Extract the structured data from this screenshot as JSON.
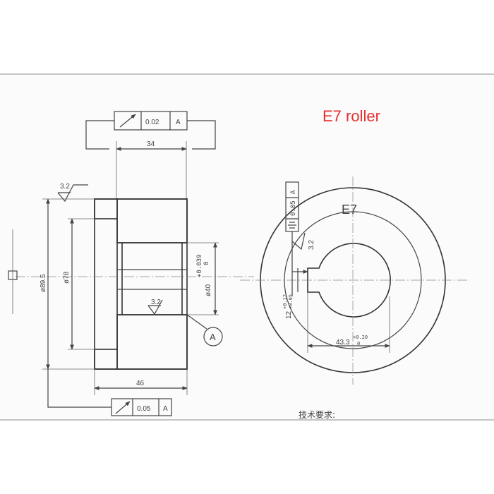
{
  "title": {
    "text": "E7 roller",
    "color": "#e53030"
  },
  "colors": {
    "line": "#444444",
    "sheet": "#fbfbfb",
    "background": "#ffffff"
  },
  "front_view": {
    "runout_top": {
      "symbol": "runout-arrow-icon",
      "tolerance": "0.02",
      "datum": "A"
    },
    "dim_top_width": "34",
    "roughness_outer": "3.2",
    "roughness_bore": "3.2",
    "dim_outer_dia": "ø89.5",
    "dim_recess_dia": "ø78",
    "dim_bore_dia": "ø40",
    "dim_bore_tol_upper": "+0.039",
    "dim_bore_tol_lower": "0",
    "datum_label": "A",
    "dim_bottom_width": "46",
    "runout_bottom": {
      "symbol": "runout-arrow-icon",
      "tolerance": "0.05",
      "datum": "A"
    }
  },
  "side_view": {
    "label": "E7",
    "symmetry_frame": {
      "symbol": "symmetry-icon",
      "tolerance": "0.05",
      "datum": "A"
    },
    "roughness": "3.2",
    "dim_keyway_width": "12",
    "dim_keyway_tol_upper": "+0.12",
    "dim_keyway_tol_lower": "+0.05",
    "dim_hub_height": "43.3",
    "dim_hub_tol_upper": "+0.20",
    "dim_hub_tol_lower": "0"
  },
  "notes_heading": "技术要求:"
}
